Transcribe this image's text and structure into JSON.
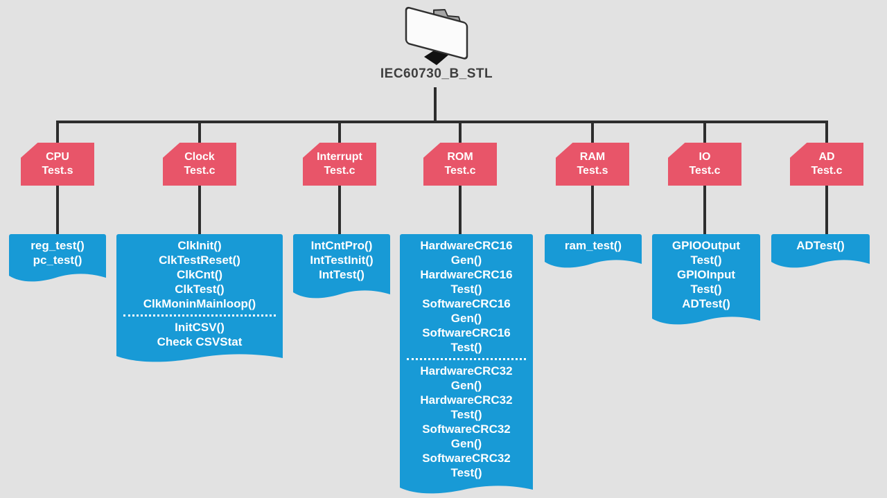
{
  "colors": {
    "background": "#e2e2e2",
    "file_node_red": "#e85569",
    "function_box_blue": "#189ad6",
    "connector_line": "#2d2d2d",
    "node_text": "#ffffff",
    "title_text": "#3e3e3e"
  },
  "tree": {
    "root": {
      "icon": "folder",
      "label": "IEC60730_B_STL"
    },
    "columns": [
      {
        "file": "CPU\nTest.s",
        "sections": [
          "reg_test()\npc_test()"
        ]
      },
      {
        "file": "Clock\nTest.c",
        "sections": [
          "ClkInit()\nClkTestReset()\nClkCnt()\nClkTest()\nClkMoninMainloop()",
          "InitCSV()\nCheck CSVStat"
        ]
      },
      {
        "file": "Interrupt\nTest.c",
        "sections": [
          "IntCntPro()\nIntTestInit()\nIntTest()"
        ]
      },
      {
        "file": "ROM\nTest.c",
        "sections": [
          "HardwareCRC16\nGen()\nHardwareCRC16\nTest()\nSoftwareCRC16\nGen()\nSoftwareCRC16\nTest()",
          "HardwareCRC32\nGen()\nHardwareCRC32\nTest()\nSoftwareCRC32\nGen()\nSoftwareCRC32\nTest()"
        ]
      },
      {
        "file": "RAM\nTest.s",
        "sections": [
          "ram_test()"
        ]
      },
      {
        "file": "IO\nTest.c",
        "sections": [
          "GPIOOutput\nTest()\nGPIOInput\nTest()\nADTest()"
        ]
      },
      {
        "file": "AD\nTest.c",
        "sections": [
          "ADTest()"
        ]
      }
    ]
  }
}
